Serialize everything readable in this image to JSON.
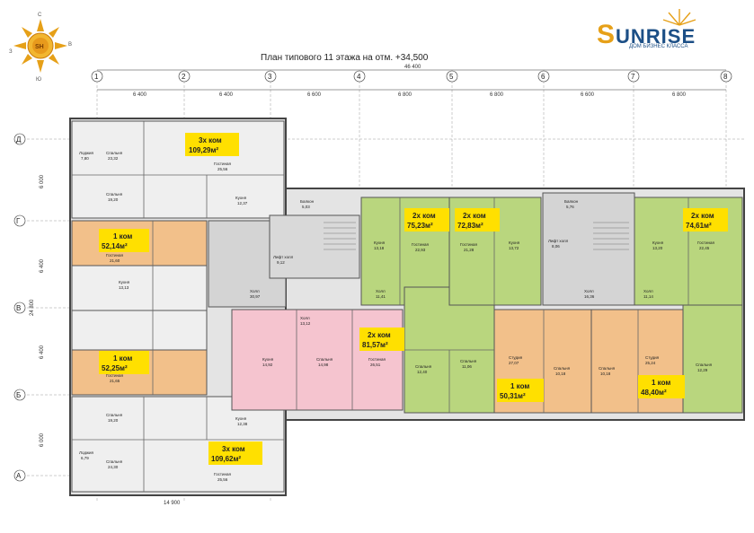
{
  "title": "План типового 11 этажа на отм. +34,500",
  "brand": {
    "name_first": "S",
    "name_rest": "UNRISE",
    "subtitle": "ДОМ БИЗНЕС КЛАССА"
  },
  "logo": {
    "icon": "sun-logo-icon",
    "compass": [
      "С",
      "З",
      "В",
      "Ю"
    ],
    "accent": "#e6a018"
  },
  "axes_columns": [
    "1",
    "2",
    "3",
    "4",
    "5",
    "6",
    "7",
    "8"
  ],
  "axes_rows": [
    "Д",
    "Г",
    "В",
    "Б",
    "А"
  ],
  "dims_top": [
    "6 400",
    "6 400",
    "6 600",
    "6 800",
    "6 800",
    "6 600",
    "6 800"
  ],
  "dim_total_top": "46 400",
  "dims_left": [
    "6 000",
    "6 400",
    "6 400",
    "6 000"
  ],
  "dim_total_left": "24 800",
  "dim_bottom": "14 900",
  "colors": {
    "green": "#b9d67e",
    "orange": "#f2c08a",
    "pink": "#f5c4cf",
    "gray": "#dcdcdc",
    "badge": "#ffe000",
    "wall": "#555555"
  },
  "apartments": [
    {
      "line1": "3х ком",
      "line2": "109,29м²"
    },
    {
      "line1": "1 ком",
      "line2": "52,14м²"
    },
    {
      "line1": "1 ком",
      "line2": "52,25м²"
    },
    {
      "line1": "3х ком",
      "line2": "109,62м²"
    },
    {
      "line1": "2х ком",
      "line2": "81,57м²"
    },
    {
      "line1": "2х ком",
      "line2": "75,23м²"
    },
    {
      "line1": "2х ком",
      "line2": "72,83м²"
    },
    {
      "line1": "2х ком",
      "line2": "74,61м²"
    },
    {
      "line1": "1 ком",
      "line2": "50,31м²"
    },
    {
      "line1": "1 ком",
      "line2": "48,40м²"
    }
  ],
  "rooms": [
    {
      "name": "Спальня",
      "area": "23,32"
    },
    {
      "name": "Гостиная",
      "area": "25,56"
    },
    {
      "name": "Спальня",
      "area": "19,20"
    },
    {
      "name": "Кухня",
      "area": "12,37"
    },
    {
      "name": "Лоджия",
      "area": "7,80"
    },
    {
      "name": "Гостиная",
      "area": "21,60"
    },
    {
      "name": "Кухня",
      "area": "13,13"
    },
    {
      "name": "Гостиная",
      "area": "21,65"
    },
    {
      "name": "Спальня",
      "area": "19,20"
    },
    {
      "name": "Спальня",
      "area": "24,30"
    },
    {
      "name": "Гостиная",
      "area": "25,56"
    },
    {
      "name": "Кухня",
      "area": "12,38"
    },
    {
      "name": "Лоджия",
      "area": "6,79"
    },
    {
      "name": "Холл",
      "area": "30,97"
    },
    {
      "name": "Кухня",
      "area": "14,92"
    },
    {
      "name": "Спальня",
      "area": "14,98"
    },
    {
      "name": "Гостиная",
      "area": "26,51"
    },
    {
      "name": "Холл",
      "area": "13,12"
    },
    {
      "name": "Кухня",
      "area": "13,18"
    },
    {
      "name": "Гостиная",
      "area": "22,93"
    },
    {
      "name": "Гостиная",
      "area": "21,28"
    },
    {
      "name": "Кухня",
      "area": "13,72"
    },
    {
      "name": "Кухня",
      "area": "13,20"
    },
    {
      "name": "Гостиная",
      "area": "22,45"
    },
    {
      "name": "Спальня",
      "area": "12,40"
    },
    {
      "name": "Спальня",
      "area": "11,06"
    },
    {
      "name": "Студия",
      "area": "27,07"
    },
    {
      "name": "Спальня",
      "area": "10,18"
    },
    {
      "name": "Спальня",
      "area": "10,18"
    },
    {
      "name": "Студия",
      "area": "25,24"
    },
    {
      "name": "Спальня",
      "area": "12,29"
    },
    {
      "name": "Холл",
      "area": "16,36"
    },
    {
      "name": "Холл",
      "area": "11,41"
    },
    {
      "name": "Холл",
      "area": "11,14"
    },
    {
      "name": "Лифт холл",
      "area": "9,12"
    },
    {
      "name": "Лифт холл",
      "area": "8,06"
    },
    {
      "name": "Балкон",
      "area": "5,03"
    },
    {
      "name": "Балкон",
      "area": "5,76"
    }
  ]
}
